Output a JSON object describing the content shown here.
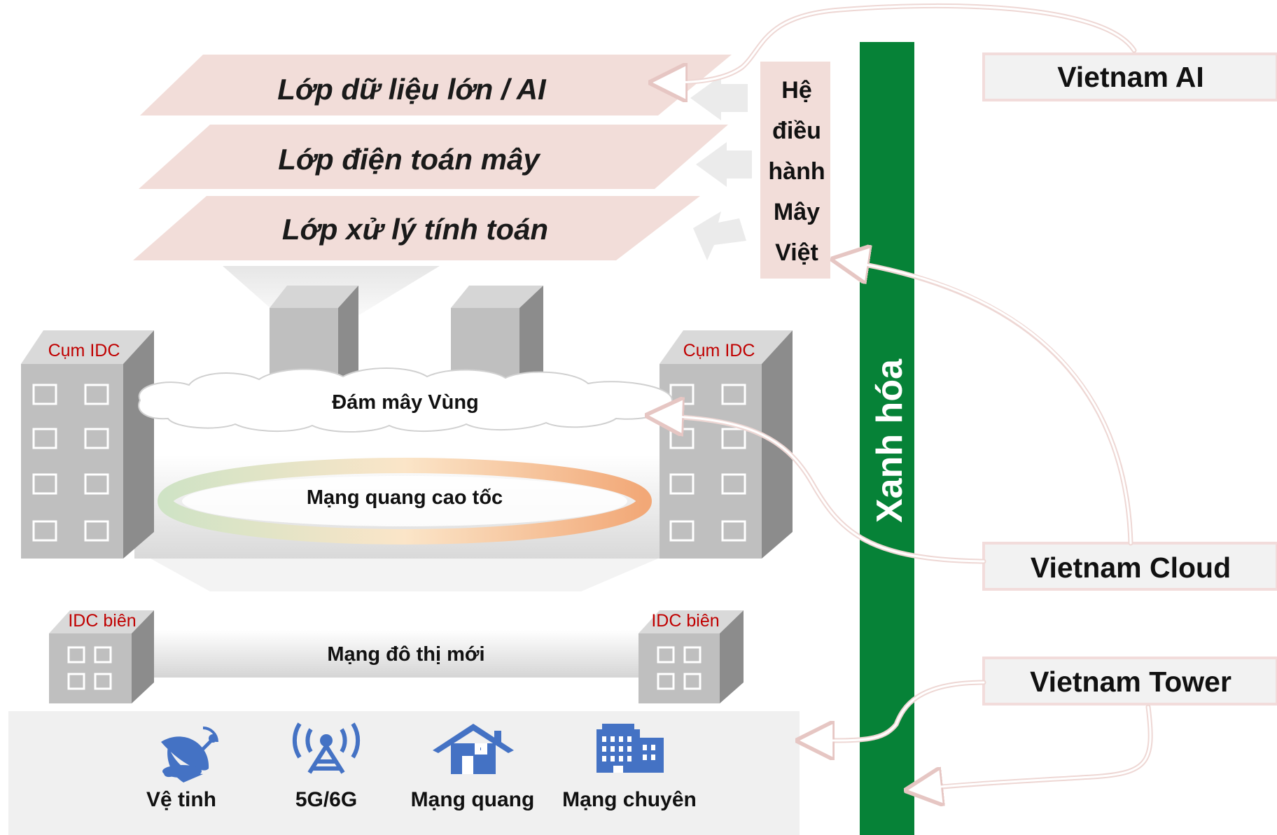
{
  "layers": [
    {
      "label": "Lớp dữ liệu lớn / AI"
    },
    {
      "label": "Lớp điện toán mây"
    },
    {
      "label": "Lớp xử lý tính toán"
    }
  ],
  "os_panel": {
    "lines": [
      "Hệ",
      "điều",
      "hành",
      "Mây",
      "Việt"
    ]
  },
  "idc_cluster_left": "Cụm IDC",
  "idc_cluster_right": "Cụm IDC",
  "regional_cloud": "Đám mây Vùng",
  "optical_ring": "Mạng quang cao tốc",
  "edge_idc_left": "IDC biên",
  "edge_idc_right": "IDC biên",
  "urban_network": "Mạng đô thị mới",
  "access": [
    {
      "label": "Vệ tinh",
      "icon": "satellite-dish-icon"
    },
    {
      "label": "5G/6G",
      "icon": "cell-tower-icon"
    },
    {
      "label": "Mạng quang",
      "icon": "house-icon"
    },
    {
      "label": "Mạng chuyên",
      "icon": "office-building-icon"
    }
  ],
  "green_bar": "Xanh hóa",
  "brands": [
    {
      "label": "Vietnam AI"
    },
    {
      "label": "Vietnam Cloud"
    },
    {
      "label": "Vietnam Tower"
    }
  ],
  "colors": {
    "layer_fill": "#f2ddd9",
    "green_bar": "#068237",
    "red_label": "#c00000",
    "building_gray": "#bfbfbf",
    "access_panel": "#f0f0f0",
    "icon_blue": "#4472c4",
    "connector": "#f2dcdb"
  }
}
